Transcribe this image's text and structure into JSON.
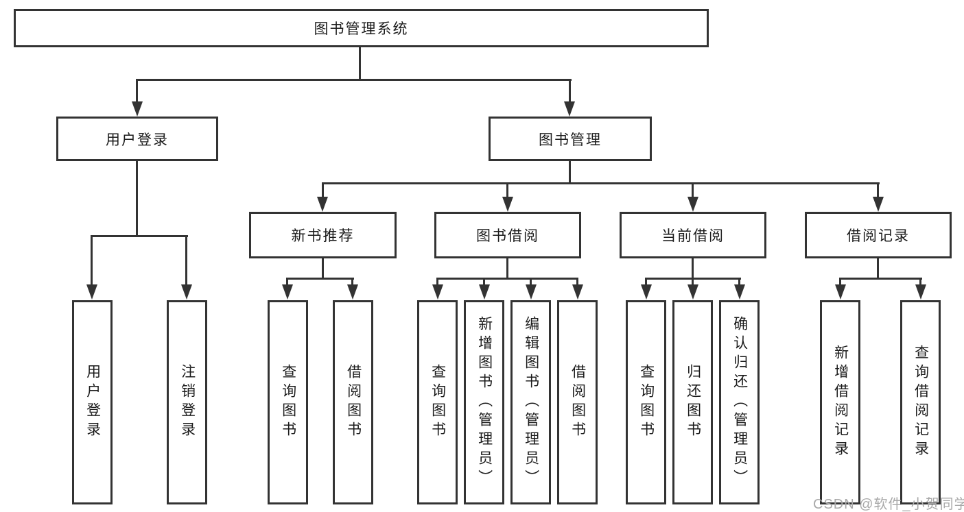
{
  "nodes": {
    "root": "图书管理系统",
    "user_login": "用户登录",
    "book_management": "图书管理",
    "new_book_recommend": "新书推荐",
    "book_borrow": "图书借阅",
    "current_borrow": "当前借阅",
    "borrow_records": "借阅记录",
    "leaf_user_login": "用户登录",
    "leaf_logout_login": "注销登录",
    "leaf_query_book_rec": "查询图书",
    "leaf_borrow_book_rec": "借阅图书",
    "leaf_query_book_borrow": "查询图书",
    "leaf_add_book_admin": "新增图书（管理员）",
    "leaf_edit_book_admin": "编辑图书（管理员）",
    "leaf_borrow_book_2": "借阅图书",
    "leaf_query_book_current": "查询图书",
    "leaf_return_book": "归还图书",
    "leaf_confirm_return_admin": "确认归还（管理员）",
    "leaf_add_borrow_record": "新增借阅记录",
    "leaf_query_borrow_record": "查询借阅记录"
  },
  "watermark": "CSDN @软件_小贺同学",
  "colors": {
    "line": "#333333",
    "text": "#1b1b1b",
    "box_fill": "#ffffff",
    "watermark": "#a9a9a9",
    "background": "#ffffff"
  }
}
